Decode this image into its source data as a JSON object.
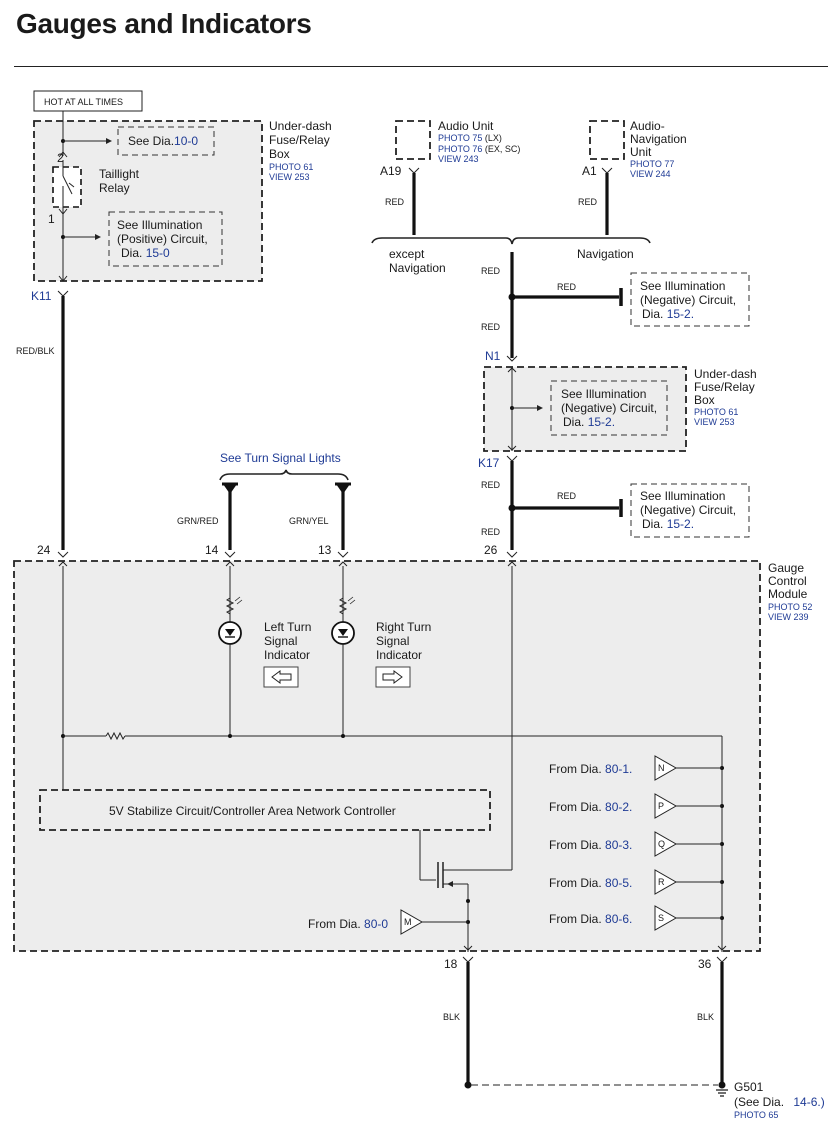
{
  "title": "Gauges and Indicators",
  "power": {
    "label": "HOT AT ALL TIMES"
  },
  "fuse_box_1": {
    "name_lines": [
      "Under-dash",
      "Fuse/Relay",
      "Box"
    ],
    "photo": "PHOTO 61",
    "view": "VIEW 253",
    "see_dia_text": "See Dia.",
    "see_dia_num": "10-0",
    "relay_lines": [
      "Taillight",
      "Relay"
    ],
    "pin_top": "2",
    "pin_bottom": "1",
    "illum_lines": [
      "See Illumination",
      "(Positive) Circuit,"
    ],
    "illum_dia_text": "Dia.",
    "illum_dia_num": "15-0",
    "connector": "K11"
  },
  "audio_unit": {
    "name": "Audio Unit",
    "photo1": "PHOTO 75",
    "photo1_note": "(LX)",
    "photo2": "PHOTO 76",
    "photo2_note": "(EX, SC)",
    "view": "VIEW 243",
    "pin": "A19",
    "wire": "RED"
  },
  "nav_unit": {
    "name_lines": [
      "Audio-",
      "Navigation",
      "Unit"
    ],
    "photo": "PHOTO 77",
    "view": "VIEW 244",
    "pin": "A1",
    "wire": "RED"
  },
  "branch": {
    "except_lines": [
      "except",
      "Navigation"
    ],
    "nav_label": "Navigation"
  },
  "illum_neg_1": {
    "lines": [
      "See Illumination",
      "(Negative) Circuit,"
    ],
    "dia_text": "Dia.",
    "dia_num": "15-2."
  },
  "illum_neg_2": {
    "lines": [
      "See Illumination",
      "(Negative) Circuit,"
    ],
    "dia_text": "Dia.",
    "dia_num": "15-2."
  },
  "illum_neg_3": {
    "lines": [
      "See Illumination",
      "(Negative) Circuit,"
    ],
    "dia_text": "Dia.",
    "dia_num": "15-2."
  },
  "fuse_box_2": {
    "name_lines": [
      "Under-dash",
      "Fuse/Relay",
      "Box"
    ],
    "photo": "PHOTO 61",
    "view": "VIEW 253",
    "connector_top": "N1",
    "connector_bottom": "K17"
  },
  "wires": {
    "red": "RED",
    "red_blk": "RED/BLK",
    "grn_red": "GRN/RED",
    "grn_yel": "GRN/YEL",
    "blk": "BLK"
  },
  "turn_signal": {
    "label": "See Turn Signal Lights"
  },
  "gauge_module": {
    "name_lines": [
      "Gauge",
      "Control",
      "Module"
    ],
    "photo": "PHOTO 52",
    "view": "VIEW 239",
    "pins": {
      "p24": "24",
      "p14": "14",
      "p13": "13",
      "p26": "26",
      "p18": "18",
      "p36": "36"
    },
    "left_indicator_lines": [
      "Left Turn",
      "Signal",
      "Indicator"
    ],
    "right_indicator_lines": [
      "Right Turn",
      "Signal",
      "Indicator"
    ],
    "controller_label": "5V Stabilize Circuit/Controller Area Network Controller",
    "from_text": "From Dia.",
    "from_items": [
      {
        "dia": "80-1.",
        "letter": "N"
      },
      {
        "dia": "80-2.",
        "letter": "P"
      },
      {
        "dia": "80-3.",
        "letter": "Q"
      },
      {
        "dia": "80-5.",
        "letter": "R"
      },
      {
        "dia": "80-6.",
        "letter": "S"
      }
    ],
    "from_m": {
      "dia": "80-0",
      "letter": "M"
    }
  },
  "ground": {
    "name": "G501",
    "see_text": "(See Dia.",
    "see_num": "14-6.)",
    "photo": "PHOTO 65"
  }
}
